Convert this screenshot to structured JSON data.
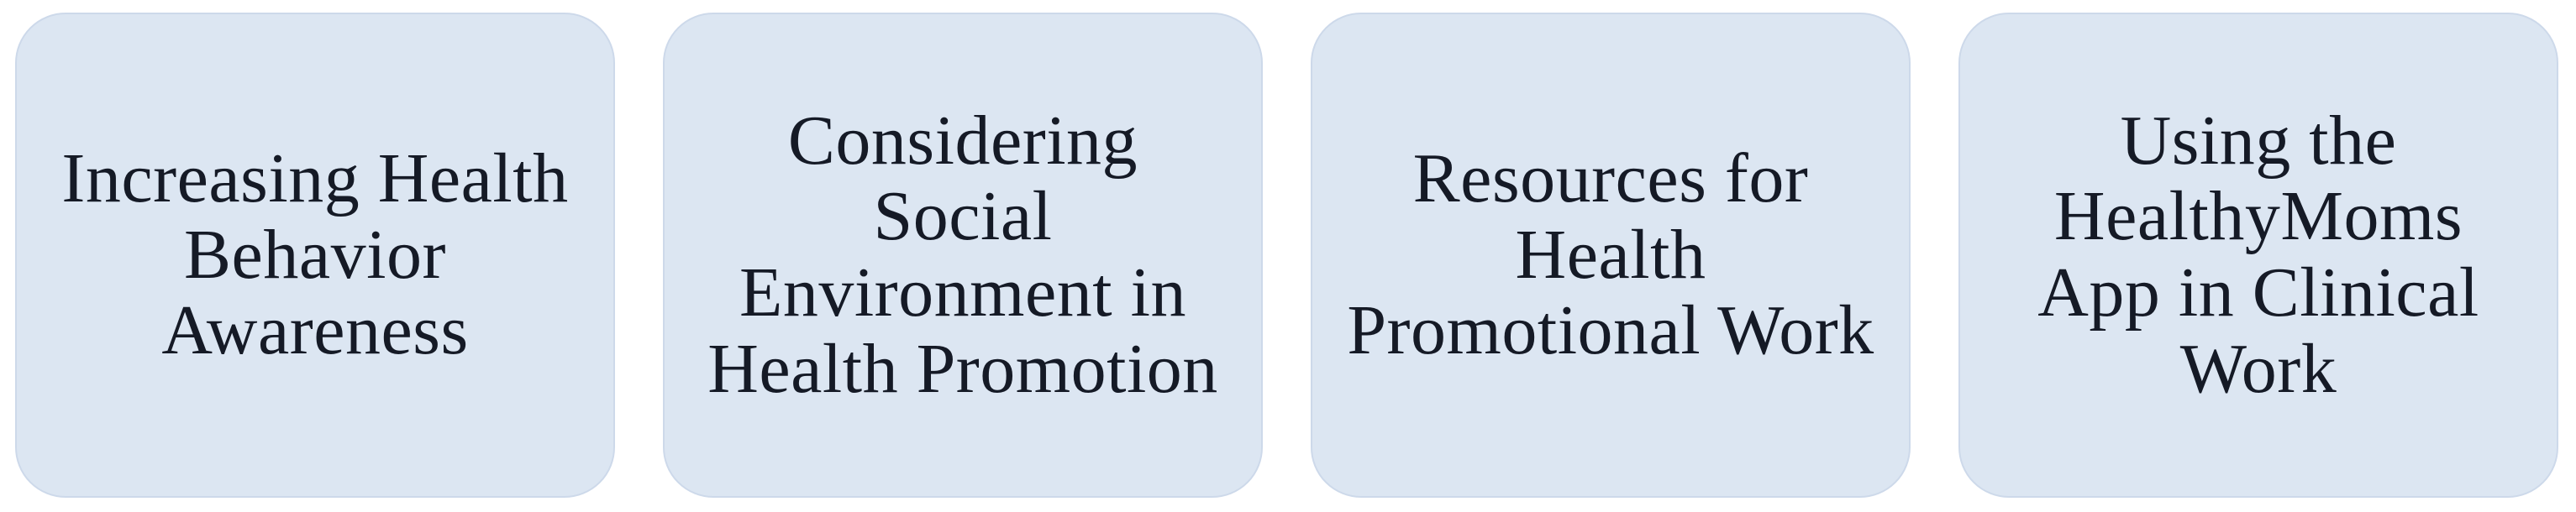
{
  "figure": {
    "description": "Four-theme overview diagram",
    "colors": {
      "page_bg": "#ffffff",
      "card_fill": "#dce6f2",
      "card_border": "#cdd9ea",
      "text": "#151a26"
    },
    "cards": [
      {
        "id": "increasing-health-behavior-awareness",
        "label": "Increasing Health Behavior Awareness",
        "lines": [
          "Increasing Health",
          "Behavior",
          "Awareness"
        ]
      },
      {
        "id": "considering-social-environment-in-health-promotion",
        "label": "Considering Social Environment in Health Promotion",
        "lines": [
          "Considering",
          "Social",
          "Environment in",
          "Health Promotion"
        ]
      },
      {
        "id": "resources-for-health-promotional-work",
        "label": "Resources for Health Promotional Work",
        "lines": [
          "Resources for",
          "Health",
          "Promotional Work"
        ]
      },
      {
        "id": "using-the-healthymoms-app-in-clinical-work",
        "label": "Using the HealthyMoms App in Clinical Work",
        "lines": [
          "Using the",
          "HealthyMoms",
          "App in Clinical",
          "Work"
        ]
      }
    ]
  }
}
